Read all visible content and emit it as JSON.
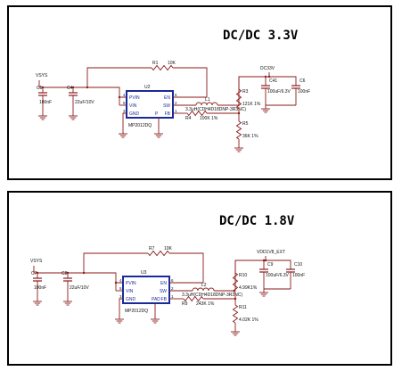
{
  "circuits": [
    {
      "title": "DC/DC  3.3V",
      "vin_net": "VSYS",
      "vout_net": "DC33V",
      "ic_ref": "U2",
      "ic_part": "MP2012DQ",
      "ic_pins": {
        "pvin": "PVIN",
        "vin": "VIN",
        "gnd": "GND",
        "en": "EN",
        "sw": "SW",
        "fb": "FB"
      },
      "ic_pin_numbers": {
        "pvin": "4",
        "vin": "5",
        "gnd": "3",
        "en": "6",
        "sw": "2",
        "fb": "1"
      },
      "ic_pad": "P",
      "r_en_ref": "R1",
      "r_en_val": "10K",
      "inductor_ref": "L1",
      "inductor_val": "3.3uH(CDH4D18DNP-3R3NC)",
      "r_fb_ref": "R4",
      "r_fb_val": "100K 1%",
      "r_top_ref": "R3",
      "r_top_val": "121K 1%",
      "r_bot_ref": "R5",
      "r_bot_val": "36K 1%",
      "c_in1_ref": "C5",
      "c_in1_val": "100nF",
      "c_in2_ref": "C4",
      "c_in2_val": "22uF/10V",
      "c_out1_ref": "C41",
      "c_out1_val": "100uF/6.3V",
      "c_out2_ref": "C6",
      "c_out2_val": "100nF"
    },
    {
      "title": "DC/DC  1.8V",
      "vin_net": "VSYS",
      "vout_net": "VDD1V8_EXT",
      "ic_ref": "U3",
      "ic_part": "MP2012DQ",
      "ic_pins": {
        "pvin": "PVIN",
        "vin": "VIN",
        "gnd": "GND",
        "en": "EN",
        "sw": "SW",
        "fb": "FB"
      },
      "ic_pin_numbers": {
        "pvin": "4",
        "vin": "5",
        "gnd": "3",
        "en": "6",
        "sw": "2",
        "fb": "1"
      },
      "ic_pad": "PAD",
      "r_en_ref": "R7",
      "r_en_val": "10K",
      "inductor_ref": "L2",
      "inductor_val": "3.3uH(CDH4D18DNP-3R3NC)",
      "r_fb_ref": "R9",
      "r_fb_val": "243K 1%",
      "r_top_ref": "R10",
      "r_top_val": "4.99K1%",
      "r_bot_ref": "R11",
      "r_bot_val": "4.02K 1%",
      "c_in1_ref": "C7",
      "c_in1_val": "100nF",
      "c_in2_ref": "C8",
      "c_in2_val": "22uF/10V",
      "c_out1_ref": "C9",
      "c_out1_val": "100uF/6.3V",
      "c_out2_ref": "C10",
      "c_out2_val": "100nF"
    }
  ]
}
